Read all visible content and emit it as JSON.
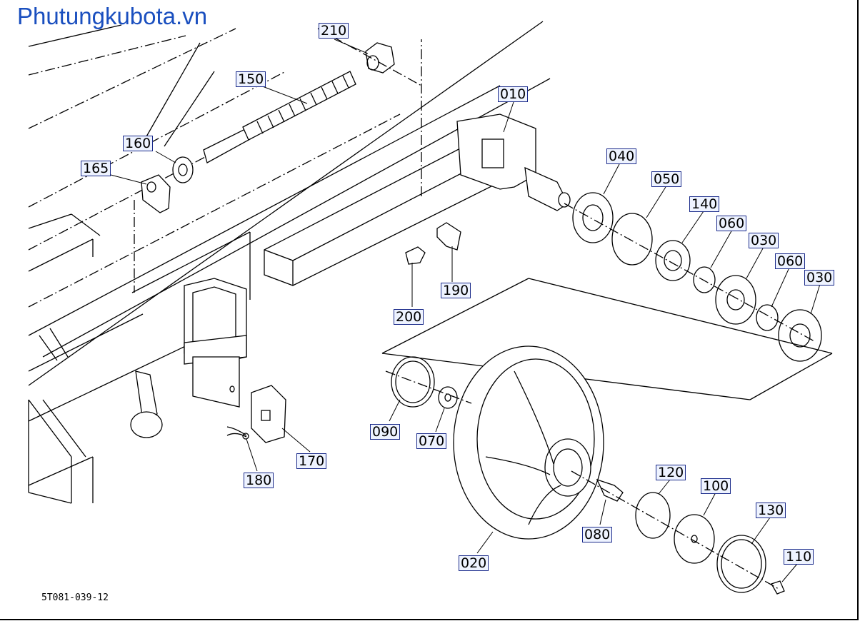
{
  "watermark": "Phutungkubota.vn",
  "drawing_id": "5T081-039-12",
  "callouts": {
    "c010": "010",
    "c020": "020",
    "c030a": "030",
    "c030b": "030",
    "c040": "040",
    "c050": "050",
    "c060a": "060",
    "c060b": "060",
    "c070": "070",
    "c080": "080",
    "c090": "090",
    "c100": "100",
    "c110": "110",
    "c120": "120",
    "c130": "130",
    "c140": "140",
    "c150": "150",
    "c160": "160",
    "c165": "165",
    "c170": "170",
    "c180": "180",
    "c190": "190",
    "c200": "200",
    "c210": "210"
  },
  "colors": {
    "watermark": "#1a4fbf",
    "line": "#000000",
    "callout_fill": "#eef3ff",
    "callout_border": "#1a2a8a"
  }
}
